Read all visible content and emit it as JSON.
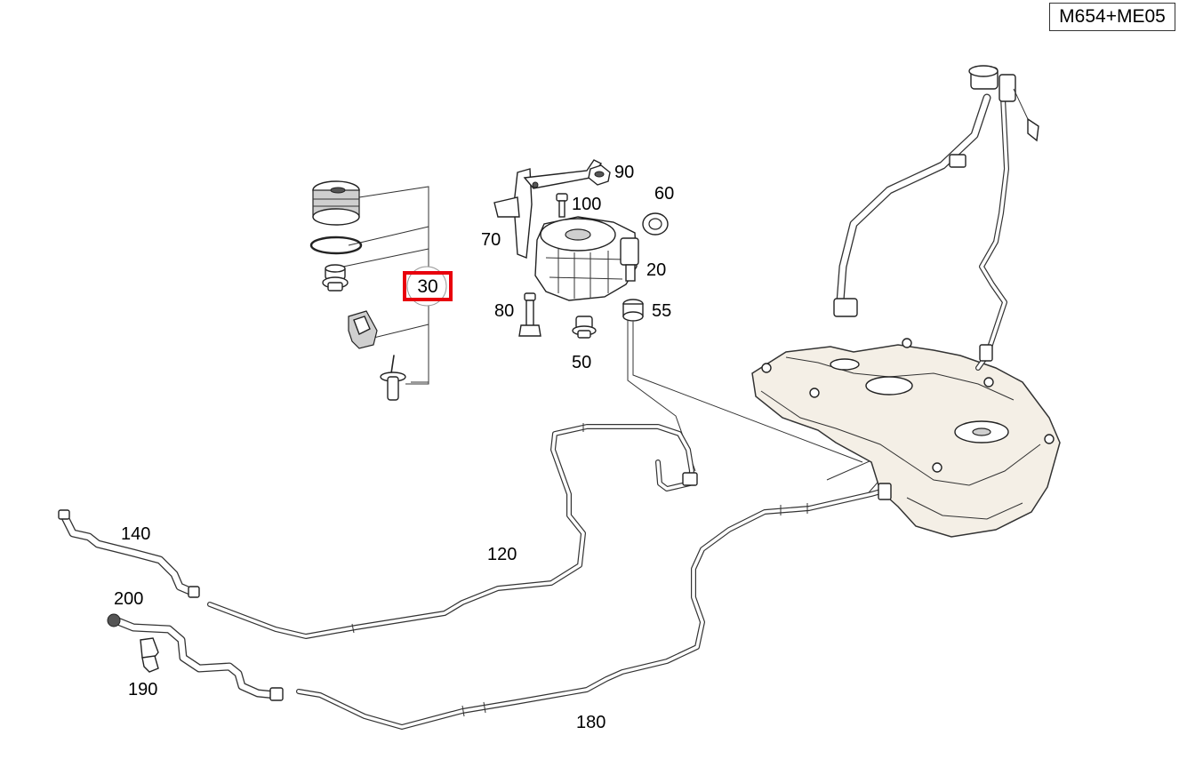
{
  "model_code": "M654+ME05",
  "highlight_color": "#e8000d",
  "callouts": {
    "c30": "30",
    "c90": "90",
    "c100": "100",
    "c60": "60",
    "c70": "70",
    "c20": "20",
    "c80": "80",
    "c55": "55",
    "c50": "50",
    "c140": "140",
    "c120": "120",
    "c200": "200",
    "c190": "190",
    "c180": "180"
  }
}
